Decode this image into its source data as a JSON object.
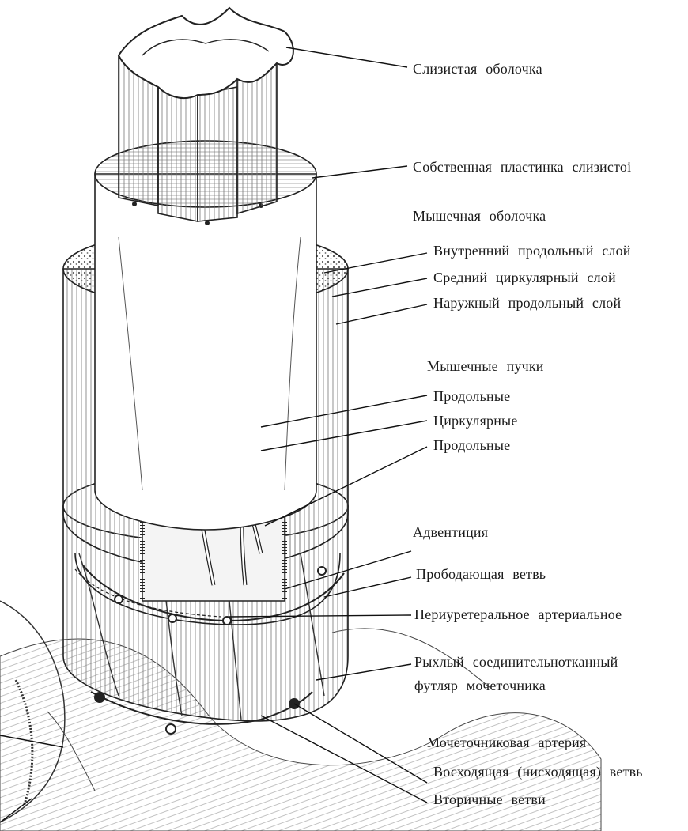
{
  "colors": {
    "ink": "#1a1a1a",
    "paper": "#ffffff",
    "hatch": "#555555"
  },
  "labels": {
    "mucosa": "Слизистая оболочка",
    "lamina_propria": "Собственная пластинка слизистоі",
    "muscular_coat": "Мышечная оболочка",
    "inner_longitudinal": "Внутренний продольный слой",
    "middle_circular": "Средний циркулярный слой",
    "outer_longitudinal": "Наружный продольный слой",
    "muscle_bundles": "Мышечные пучки",
    "longitudinal_1": "Продольные",
    "circular": "Циркулярные",
    "longitudinal_2": "Продольные",
    "adventitia": "Адвентиция",
    "perforating_branch": "Прободающая ветвь",
    "periureteral_arterial": "Периуретеральное артериальное",
    "loose_sheath_line1": "Рыхлый соединительнотканный",
    "loose_sheath_line2": "футляр мочеточника",
    "ureteral_artery": "Мочеточниковая артерия",
    "ascending_branch": "Восходящая (нисходящая) ветвь",
    "secondary_branches": "Вторичные ветви"
  }
}
